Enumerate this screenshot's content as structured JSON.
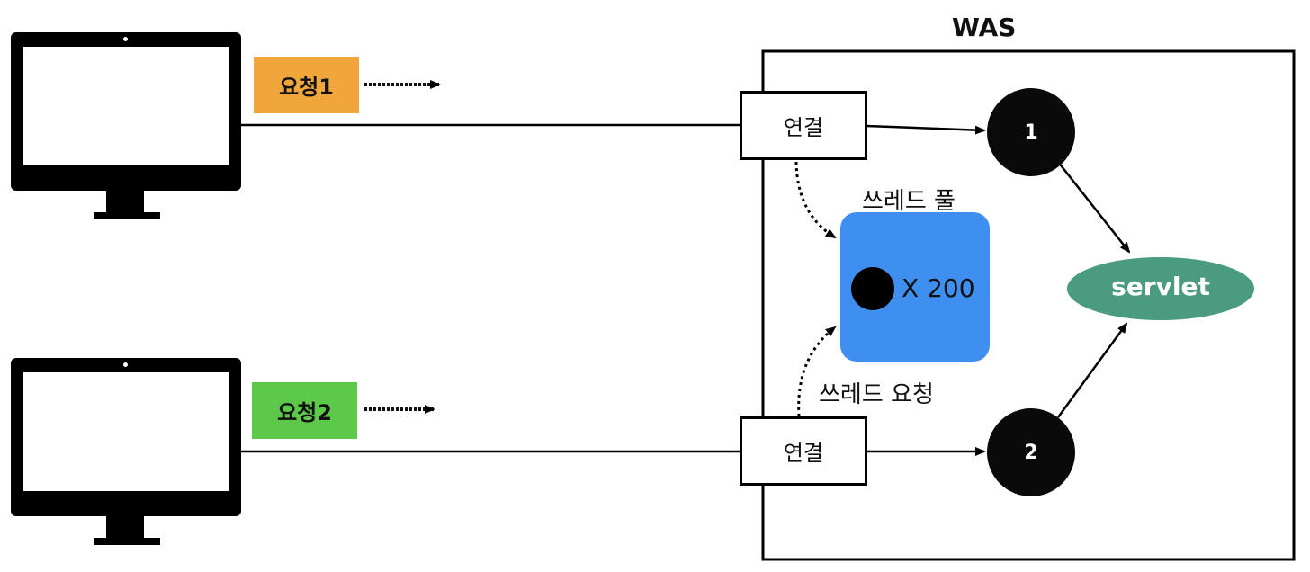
{
  "was": {
    "title": "WAS"
  },
  "clients": [
    {
      "request_label": "요청1",
      "request_color": "#F0A63A"
    },
    {
      "request_label": "요청2",
      "request_color": "#5DC94A"
    }
  ],
  "connections": [
    {
      "label": "연결"
    },
    {
      "label": "연결"
    }
  ],
  "thread_pool": {
    "label": "쓰레드 풀",
    "count_label": "X 200",
    "color": "#3F8FF0"
  },
  "thread_request": {
    "label": "쓰레드 요청"
  },
  "threads": [
    {
      "label": "1"
    },
    {
      "label": "2"
    }
  ],
  "servlet": {
    "label": "servlet",
    "color": "#4A9B7F"
  }
}
